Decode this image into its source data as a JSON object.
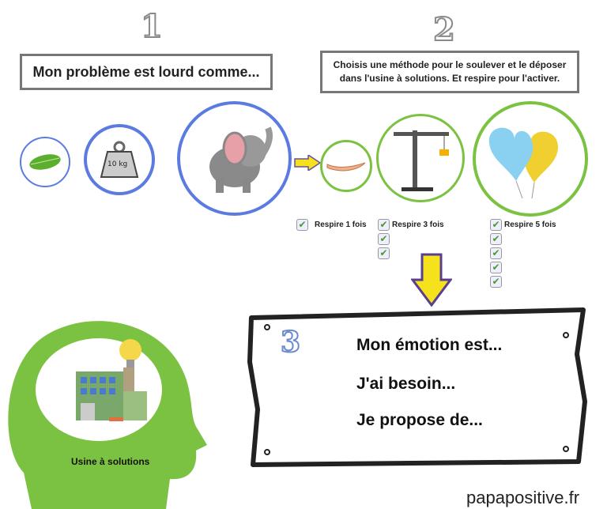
{
  "step1": {
    "number": "1",
    "prompt": "Mon problème est lourd comme..."
  },
  "step2": {
    "number": "2",
    "prompt": "Choisis une méthode pour le soulever et le déposer dans l'usine à solutions. Et respire pour l'activer."
  },
  "weights": [
    {
      "icon": "leaf-icon"
    },
    {
      "icon": "weight-icon",
      "label": "10 kg"
    },
    {
      "icon": "elephant-icon"
    }
  ],
  "methods": [
    {
      "icon": "hand-icon",
      "label": "Respire 1 fois",
      "checks": 1
    },
    {
      "icon": "crane-icon",
      "label": "Respire 3 fois",
      "checks": 3
    },
    {
      "icon": "balloons-icon",
      "label": "Respire 5 fois",
      "checks": 5
    }
  ],
  "step3": {
    "number": "3",
    "lines": [
      "Mon émotion est...",
      "J'ai besoin...",
      "Je propose de..."
    ]
  },
  "factory_label": "Usine à solutions",
  "footer": "papapositive.fr",
  "colors": {
    "blue": "#5b7be0",
    "green": "#7cc242",
    "yellow": "#f5e11c"
  }
}
